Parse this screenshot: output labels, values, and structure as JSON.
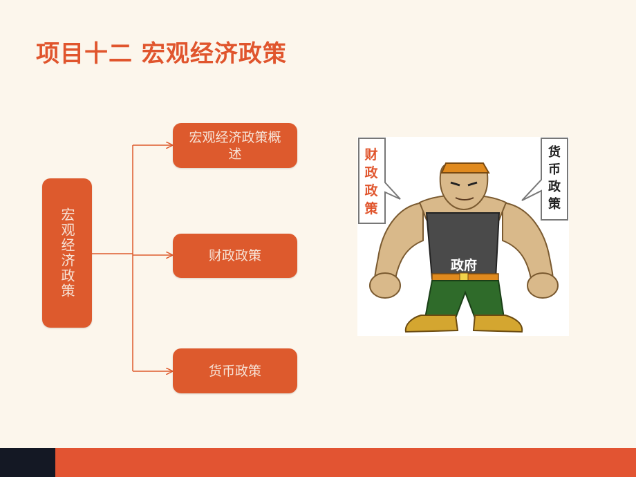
{
  "title": "项目十二 宏观经济政策",
  "diagram": {
    "root": "宏观经济政策",
    "children": [
      {
        "label": "宏观经济政策概述"
      },
      {
        "label": "财政政策"
      },
      {
        "label": "货币政策"
      }
    ]
  },
  "illustration": {
    "left_bubble": "财政政策",
    "right_bubble": "货币政策",
    "shirt_label": "政府"
  },
  "colors": {
    "accent": "#e0552d",
    "box": "#dd5a2d",
    "background": "#fcf6ec",
    "footer_dark": "#141824",
    "footer_orange": "#e25432"
  }
}
